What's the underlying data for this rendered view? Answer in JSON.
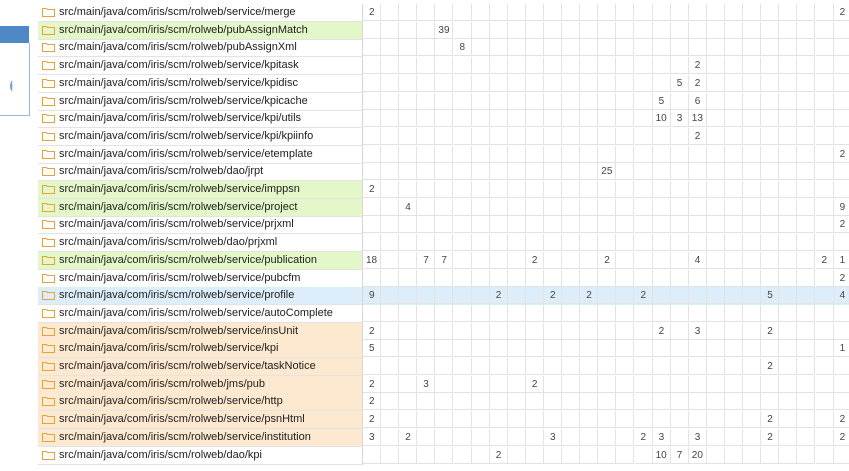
{
  "rows": [
    {
      "path": "src/main/java/com/iris/scm/rolweb/service/merge",
      "hl": "",
      "cells": [
        [
          0,
          "2"
        ],
        [
          26,
          "2"
        ]
      ]
    },
    {
      "path": "src/main/java/com/iris/scm/rolweb/pubAssignMatch",
      "hl": "green",
      "cells": [
        [
          4,
          "39"
        ]
      ]
    },
    {
      "path": "src/main/java/com/iris/scm/rolweb/pubAssignXml",
      "hl": "",
      "cells": [
        [
          5,
          "8"
        ]
      ]
    },
    {
      "path": "src/main/java/com/iris/scm/rolweb/service/kpitask",
      "hl": "",
      "cells": [
        [
          18,
          "2"
        ]
      ]
    },
    {
      "path": "src/main/java/com/iris/scm/rolweb/service/kpidisc",
      "hl": "",
      "cells": [
        [
          17,
          "5"
        ],
        [
          18,
          "2"
        ]
      ]
    },
    {
      "path": "src/main/java/com/iris/scm/rolweb/service/kpicache",
      "hl": "",
      "cells": [
        [
          16,
          "5"
        ],
        [
          18,
          "6"
        ]
      ]
    },
    {
      "path": "src/main/java/com/iris/scm/rolweb/service/kpi/utils",
      "hl": "",
      "cells": [
        [
          16,
          "10"
        ],
        [
          17,
          "3"
        ],
        [
          18,
          "13"
        ]
      ]
    },
    {
      "path": "src/main/java/com/iris/scm/rolweb/service/kpi/kpiinfo",
      "hl": "",
      "cells": [
        [
          18,
          "2"
        ]
      ]
    },
    {
      "path": "src/main/java/com/iris/scm/rolweb/service/etemplate",
      "hl": "",
      "cells": [
        [
          26,
          "2"
        ]
      ]
    },
    {
      "path": "src/main/java/com/iris/scm/rolweb/dao/jrpt",
      "hl": "",
      "cells": [
        [
          13,
          "25"
        ]
      ]
    },
    {
      "path": "src/main/java/com/iris/scm/rolweb/service/imppsn",
      "hl": "green",
      "cells": [
        [
          0,
          "2"
        ]
      ]
    },
    {
      "path": "src/main/java/com/iris/scm/rolweb/service/project",
      "hl": "green",
      "cells": [
        [
          2,
          "4"
        ],
        [
          26,
          "9"
        ]
      ]
    },
    {
      "path": "src/main/java/com/iris/scm/rolweb/service/prjxml",
      "hl": "",
      "cells": [
        [
          26,
          "2"
        ]
      ]
    },
    {
      "path": "src/main/java/com/iris/scm/rolweb/dao/prjxml",
      "hl": "",
      "cells": []
    },
    {
      "path": "src/main/java/com/iris/scm/rolweb/service/publication",
      "hl": "green",
      "cells": [
        [
          0,
          "18"
        ],
        [
          3,
          "7"
        ],
        [
          4,
          "7"
        ],
        [
          9,
          "2"
        ],
        [
          13,
          "2"
        ],
        [
          18,
          "4"
        ],
        [
          25,
          "2"
        ],
        [
          26,
          "1"
        ]
      ]
    },
    {
      "path": "src/main/java/com/iris/scm/rolweb/service/pubcfm",
      "hl": "",
      "cells": [
        [
          26,
          "2"
        ]
      ]
    },
    {
      "path": "src/main/java/com/iris/scm/rolweb/service/profile",
      "hl": "blue",
      "cells": [
        [
          0,
          "9"
        ],
        [
          7,
          "2"
        ],
        [
          10,
          "2"
        ],
        [
          12,
          "2"
        ],
        [
          15,
          "2"
        ],
        [
          22,
          "5"
        ],
        [
          26,
          "4"
        ]
      ]
    },
    {
      "path": "src/main/java/com/iris/scm/rolweb/service/autoComplete",
      "hl": "",
      "cells": []
    },
    {
      "path": "src/main/java/com/iris/scm/rolweb/service/insUnit",
      "hl": "orange",
      "cells": [
        [
          0,
          "2"
        ],
        [
          16,
          "2"
        ],
        [
          18,
          "3"
        ],
        [
          22,
          "2"
        ]
      ]
    },
    {
      "path": "src/main/java/com/iris/scm/rolweb/service/kpi",
      "hl": "orange",
      "cells": [
        [
          0,
          "5"
        ],
        [
          26,
          "1"
        ]
      ]
    },
    {
      "path": "src/main/java/com/iris/scm/rolweb/service/taskNotice",
      "hl": "orange",
      "cells": [
        [
          22,
          "2"
        ]
      ]
    },
    {
      "path": "src/main/java/com/iris/scm/rolweb/jms/pub",
      "hl": "orange",
      "cells": [
        [
          0,
          "2"
        ],
        [
          3,
          "3"
        ],
        [
          9,
          "2"
        ]
      ]
    },
    {
      "path": "src/main/java/com/iris/scm/rolweb/service/http",
      "hl": "orange",
      "cells": [
        [
          0,
          "2"
        ]
      ]
    },
    {
      "path": "src/main/java/com/iris/scm/rolweb/service/psnHtml",
      "hl": "orange",
      "cells": [
        [
          0,
          "2"
        ],
        [
          22,
          "2"
        ],
        [
          26,
          "2"
        ]
      ]
    },
    {
      "path": "src/main/java/com/iris/scm/rolweb/service/institution",
      "hl": "orange",
      "cells": [
        [
          0,
          "3"
        ],
        [
          2,
          "2"
        ],
        [
          10,
          "3"
        ],
        [
          15,
          "2"
        ],
        [
          16,
          "3"
        ],
        [
          18,
          "3"
        ],
        [
          22,
          "2"
        ],
        [
          26,
          "2"
        ]
      ]
    },
    {
      "path": "src/main/java/com/iris/scm/rolweb/dao/kpi",
      "hl": "",
      "cells": [
        [
          7,
          "2"
        ],
        [
          16,
          "10"
        ],
        [
          17,
          "7"
        ],
        [
          18,
          "20"
        ]
      ]
    }
  ],
  "icons": {
    "folder": "folder-icon",
    "signal": "wifi-icon"
  },
  "colors": {
    "green": "#e3f7c9",
    "orange": "#fde9cf",
    "blue": "#ddeefa",
    "sidebar": "#4f88c7"
  }
}
